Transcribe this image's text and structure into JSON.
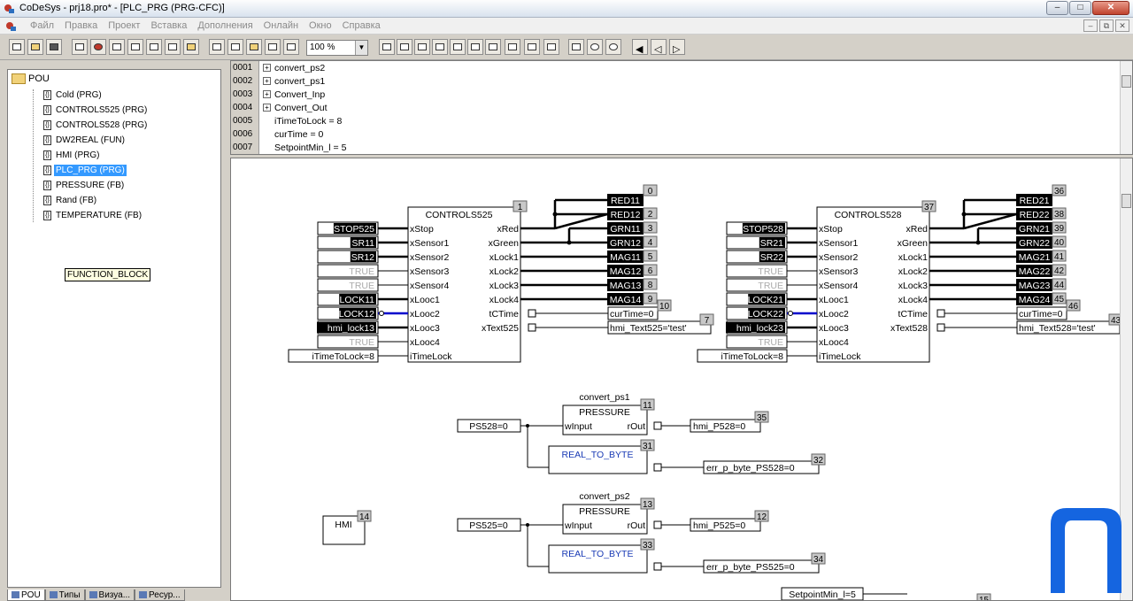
{
  "window": {
    "title": "CoDeSys - prj18.pro* - [PLC_PRG (PRG-CFC)]",
    "buttons": {
      "minimize": "–",
      "maximize": "□",
      "close": "✕"
    }
  },
  "menu": {
    "items": [
      "Файл",
      "Правка",
      "Проект",
      "Вставка",
      "Дополнения",
      "Онлайн",
      "Окно",
      "Справка"
    ],
    "mdi": {
      "minimize": "–",
      "restore": "⧉",
      "close": "✕"
    }
  },
  "toolbar": {
    "zoom": "100 %",
    "zoom_arrow": "▼"
  },
  "tree": {
    "root": "POU",
    "items": [
      {
        "label": "Cold (PRG)",
        "selected": false
      },
      {
        "label": "CONTROLS525 (PRG)",
        "selected": false
      },
      {
        "label": "CONTROLS528 (PRG)",
        "selected": false
      },
      {
        "label": "DW2REAL (FUN)",
        "selected": false
      },
      {
        "label": "HMI (PRG)",
        "selected": false
      },
      {
        "label": "PLC_PRG (PRG)",
        "selected": true
      },
      {
        "label": "PRESSURE (FB)",
        "selected": false
      },
      {
        "label": "Rand (FB)",
        "selected": false
      },
      {
        "label": "TEMPERATURE (FB)",
        "selected": false
      }
    ],
    "tooltip": "FUNCTION_BLOCK"
  },
  "left_tabs": [
    "POU",
    "Типы",
    "Визуа...",
    "Ресур..."
  ],
  "declarations": [
    {
      "no": "0001",
      "text": "convert_ps2",
      "expander": "+"
    },
    {
      "no": "0002",
      "text": "convert_ps1",
      "expander": "+"
    },
    {
      "no": "0003",
      "text": "Convert_Inp",
      "expander": "+"
    },
    {
      "no": "0004",
      "text": "Convert_Out",
      "expander": "+"
    },
    {
      "no": "0005",
      "text": "iTimeToLock = 8",
      "expander": ""
    },
    {
      "no": "0006",
      "text": "curTime = 0",
      "expander": ""
    },
    {
      "no": "0007",
      "text": "SetpointMin_l = 5",
      "expander": ""
    }
  ],
  "cfc": {
    "blocks": [
      {
        "name": "CONTROLS525",
        "order": "1",
        "inputs": [
          "xStop",
          "xSensor1",
          "xSensor2",
          "xSensor3",
          "xSensor4",
          "xLooc1",
          "xLooc2",
          "xLooc3",
          "xLooc4",
          "iTimeLock"
        ],
        "outputs": [
          "xRed",
          "xGreen",
          "xLock1",
          "xLock2",
          "xLock3",
          "xLock4",
          "tCTime",
          "xText525"
        ],
        "in_vars": [
          "STOP525",
          "SR11",
          "SR12",
          "TRUE",
          "TRUE",
          "LOCK11",
          "LOCK12",
          "hmi_lock13",
          "TRUE",
          "iTimeToLock=8"
        ],
        "in_dark": [
          true,
          true,
          true,
          false,
          false,
          true,
          true,
          true,
          false,
          false
        ],
        "out_vars": [
          "RED11",
          "RED12",
          "GRN11",
          "GRN12",
          "MAG11",
          "MAG12",
          "MAG13",
          "MAG14"
        ],
        "out_orders": [
          "0",
          "2",
          "3",
          "4",
          "5",
          "6",
          "8",
          "9"
        ],
        "time_var": "curTime=0",
        "time_order": "10",
        "text_var": "hmi_Text525='test'",
        "text_order": "7"
      },
      {
        "name": "CONTROLS528",
        "order": "37",
        "inputs": [
          "xStop",
          "xSensor1",
          "xSensor2",
          "xSensor3",
          "xSensor4",
          "xLooc1",
          "xLooc2",
          "xLooc3",
          "xLooc4",
          "iTimeLock"
        ],
        "outputs": [
          "xRed",
          "xGreen",
          "xLock1",
          "xLock2",
          "xLock3",
          "xLock4",
          "tCTime",
          "xText528"
        ],
        "in_vars": [
          "STOP528",
          "SR21",
          "SR22",
          "TRUE",
          "TRUE",
          "LOCK21",
          "LOCK22",
          "hmi_lock23",
          "TRUE",
          "iTimeToLock=8"
        ],
        "in_dark": [
          true,
          true,
          true,
          false,
          false,
          true,
          true,
          true,
          false,
          false
        ],
        "out_vars": [
          "RED21",
          "RED22",
          "GRN21",
          "GRN22",
          "MAG21",
          "MAG22",
          "MAG23",
          "MAG24"
        ],
        "out_orders": [
          "36",
          "38",
          "39",
          "40",
          "41",
          "42",
          "44",
          "45"
        ],
        "time_var": "curTime=0",
        "time_order": "46",
        "text_var": "hmi_Text528='test'",
        "text_order": "43"
      }
    ],
    "pressure1": {
      "instance": "convert_ps1",
      "type": "PRESSURE",
      "order": "11",
      "in_pin": "wInput",
      "out_pin": "rOut",
      "in_var": "PS528=0",
      "out_var": "hmi_P528=0",
      "out_order": "35",
      "conv": "REAL_TO_BYTE",
      "conv_order": "31",
      "conv_out": "err_p_byte_PS528=0",
      "conv_out_order": "32"
    },
    "pressure2": {
      "instance": "convert_ps2",
      "type": "PRESSURE",
      "order": "13",
      "in_pin": "wInput",
      "out_pin": "rOut",
      "in_var": "PS525=0",
      "out_var": "hmi_P525=0",
      "out_order": "12",
      "conv": "REAL_TO_BYTE",
      "conv_order": "33",
      "conv_out": "err_p_byte_PS525=0",
      "conv_out_order": "34"
    },
    "hmi": {
      "label": "HMI",
      "order": "14"
    },
    "setpoint": {
      "label": "SetpointMin_l=5",
      "order": "15"
    }
  },
  "colors": {
    "selection": "#3399ff",
    "dark_var": "#000000",
    "conv_text": "#1a3bb5",
    "logo": "#1565e0"
  }
}
